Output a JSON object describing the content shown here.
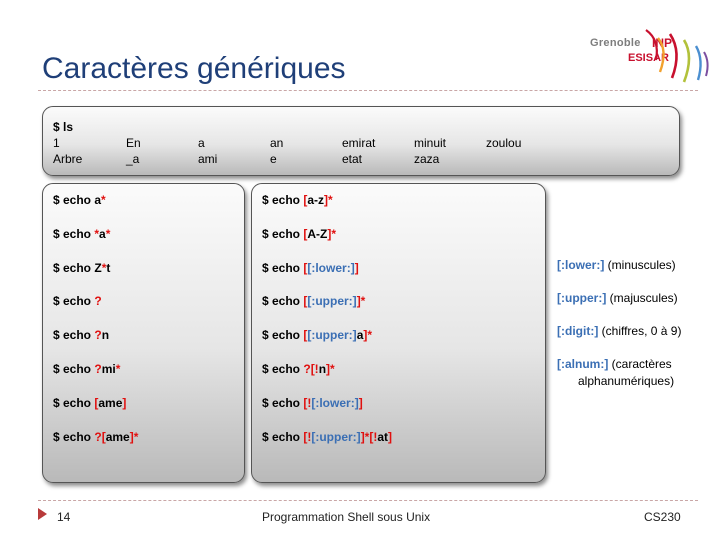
{
  "slide": {
    "title": "Caractères génériques",
    "logo": {
      "top": "Grenoble",
      "inp": "INP",
      "sub": "ESISAR"
    }
  },
  "ls_box": {
    "command": "$ ls",
    "rows": [
      [
        "1",
        "En",
        "a",
        "an",
        "emirat",
        "minuit",
        "zoulou"
      ],
      [
        "Arbre",
        "_a",
        "ami",
        "e",
        "etat",
        "zaza"
      ]
    ]
  },
  "left_box": {
    "commands": [
      [
        {
          "t": "$ echo a",
          "c": "k"
        },
        {
          "t": "*",
          "c": "r"
        }
      ],
      [
        {
          "t": "$ echo ",
          "c": "k"
        },
        {
          "t": "*",
          "c": "r"
        },
        {
          "t": "a",
          "c": "k"
        },
        {
          "t": "*",
          "c": "r"
        }
      ],
      [
        {
          "t": "$ echo Z",
          "c": "k"
        },
        {
          "t": "*",
          "c": "r"
        },
        {
          "t": "t",
          "c": "k"
        }
      ],
      [
        {
          "t": "$ echo ",
          "c": "k"
        },
        {
          "t": "?",
          "c": "r"
        }
      ],
      [
        {
          "t": "$ echo ",
          "c": "k"
        },
        {
          "t": "?",
          "c": "r"
        },
        {
          "t": "n",
          "c": "k"
        }
      ],
      [
        {
          "t": "$ echo ",
          "c": "k"
        },
        {
          "t": "?",
          "c": "r"
        },
        {
          "t": "mi",
          "c": "k"
        },
        {
          "t": "*",
          "c": "r"
        }
      ],
      [
        {
          "t": "$ echo ",
          "c": "k"
        },
        {
          "t": "[",
          "c": "r"
        },
        {
          "t": "ame",
          "c": "k"
        },
        {
          "t": "]",
          "c": "r"
        }
      ],
      [
        {
          "t": "$ echo ",
          "c": "k"
        },
        {
          "t": "?[",
          "c": "r"
        },
        {
          "t": "ame",
          "c": "k"
        },
        {
          "t": "]*",
          "c": "r"
        }
      ]
    ]
  },
  "mid_box": {
    "commands": [
      [
        {
          "t": "$ echo ",
          "c": "k"
        },
        {
          "t": "[",
          "c": "r"
        },
        {
          "t": "a-z",
          "c": "k"
        },
        {
          "t": "]*",
          "c": "r"
        }
      ],
      [
        {
          "t": "$ echo ",
          "c": "k"
        },
        {
          "t": "[",
          "c": "r"
        },
        {
          "t": "A-Z",
          "c": "k"
        },
        {
          "t": "]*",
          "c": "r"
        }
      ],
      [
        {
          "t": "$ echo ",
          "c": "k"
        },
        {
          "t": "[",
          "c": "r"
        },
        {
          "t": "[:lower:]",
          "c": "b"
        },
        {
          "t": "]",
          "c": "r"
        }
      ],
      [
        {
          "t": "$ echo ",
          "c": "k"
        },
        {
          "t": "[",
          "c": "r"
        },
        {
          "t": "[:upper:]",
          "c": "b"
        },
        {
          "t": "]*",
          "c": "r"
        }
      ],
      [
        {
          "t": "$ echo ",
          "c": "k"
        },
        {
          "t": "[",
          "c": "r"
        },
        {
          "t": "[:upper:]",
          "c": "b"
        },
        {
          "t": "a",
          "c": "k"
        },
        {
          "t": "]*",
          "c": "r"
        }
      ],
      [
        {
          "t": "$ echo ",
          "c": "k"
        },
        {
          "t": "?[!",
          "c": "r"
        },
        {
          "t": "n",
          "c": "k"
        },
        {
          "t": "]*",
          "c": "r"
        }
      ],
      [
        {
          "t": "$ echo ",
          "c": "k"
        },
        {
          "t": "[!",
          "c": "r"
        },
        {
          "t": "[:lower:]",
          "c": "b"
        },
        {
          "t": "]",
          "c": "r"
        }
      ],
      [
        {
          "t": "$ echo ",
          "c": "k"
        },
        {
          "t": "[!",
          "c": "r"
        },
        {
          "t": "[:upper:]",
          "c": "b"
        },
        {
          "t": "]*[!",
          "c": "r"
        },
        {
          "t": "at",
          "c": "k"
        },
        {
          "t": "]",
          "c": "r"
        }
      ]
    ]
  },
  "classes": [
    {
      "name": "[:lower:]",
      "desc": " (minuscules)"
    },
    {
      "name": "[:upper:]",
      "desc": " (majuscules)"
    },
    {
      "name": "[:digit:]",
      "desc": " (chiffres, 0 à 9)"
    },
    {
      "name": "[:alnum:]",
      "desc": " (caractères",
      "cont": "alphanumériques)"
    }
  ],
  "footer": {
    "page": "14",
    "center": "Programmation Shell sous Unix",
    "right": "CS230"
  }
}
